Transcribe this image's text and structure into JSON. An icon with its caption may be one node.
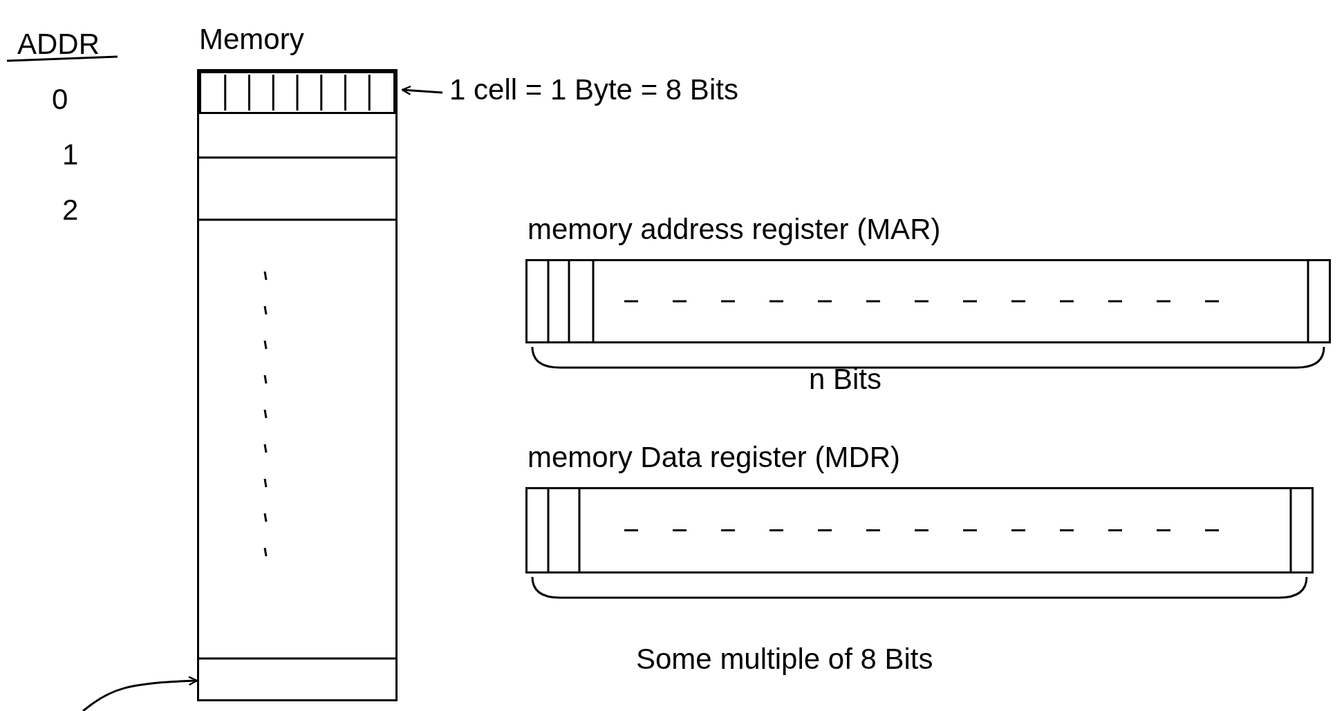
{
  "diagram": {
    "nodes": [
      {
        "text": [
          "Memory"
        ]
      },
      {
        "text": [],
        "shape": "box",
        "in": 0
      },
      {
        "text": [
          "1 cell = 1 Byte = 8 Bits"
        ]
      },
      {
        "text": [
          "memory address register (MAR)"
        ]
      },
      {
        "text": [
          "memory Data register (MDR)"
        ]
      }
    ],
    "edges": [
      {
        "from": 2,
        "to": 1,
        "arrow": "to"
      },
      {
        "from": null,
        "to": 0,
        "arrow": "to"
      }
    ],
    "labels": [
      "ADDR",
      "0",
      "1",
      "2",
      "n Bits",
      "Some multiple of 8 Bits"
    ]
  }
}
